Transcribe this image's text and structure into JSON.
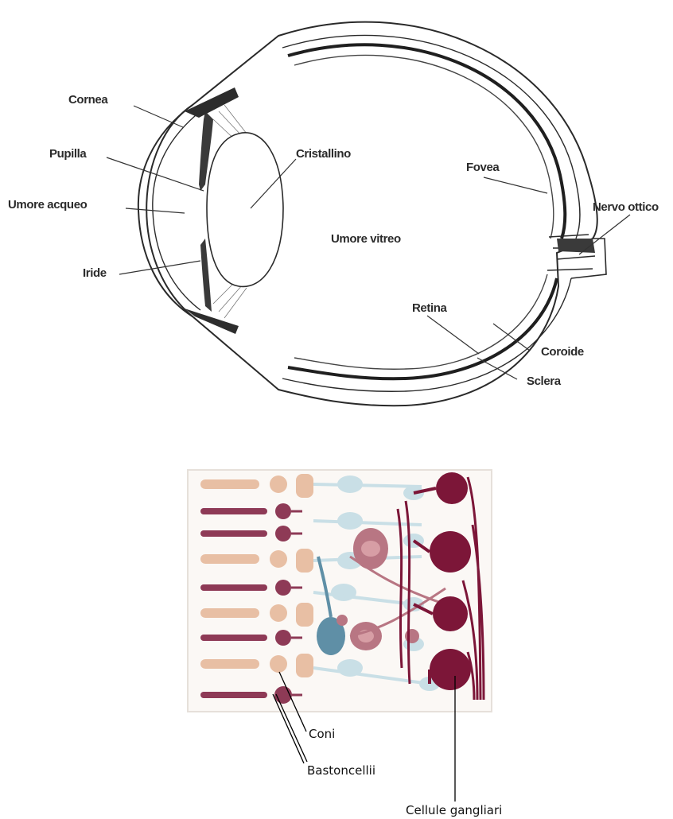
{
  "eye_labels": {
    "cornea": "Cornea",
    "pupilla": "Pupilla",
    "umore_acqueo": "Umore acqueo",
    "iride": "Iride",
    "cristallino": "Cristallino",
    "umore_vitreo": "Umore vitreo",
    "fovea": "Fovea",
    "nervo_ottico": "Nervo ottico",
    "retina": "Retina",
    "coroide": "Coroide",
    "sclera": "Sclera"
  },
  "retina_labels": {
    "coni": "Coni",
    "bastoncelli": "Bastoncellii",
    "cellule_gangliari": "Cellule gangliari"
  },
  "colors": {
    "cone": "#e8bfa4",
    "rod": "#8e3a56",
    "bipolar": "#c9dfe6",
    "ganglion": "#7c1638",
    "horizontal": "#b87683",
    "amacrine_blue": "#5f8fa6"
  }
}
